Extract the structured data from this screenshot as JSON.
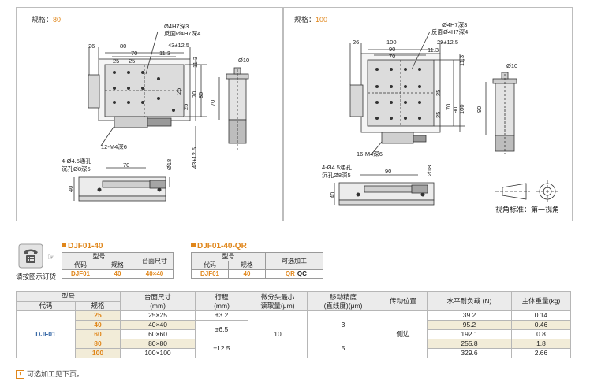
{
  "drawings": {
    "left": {
      "spec_label": "规格：",
      "spec_value": "80",
      "dims": {
        "hole_top": "Ø4H7深3",
        "hole_rev": "反面Ø4H7深4",
        "d43": "43±12.5",
        "d26": "26",
        "d80": "80",
        "d70": "70",
        "d113": "11.3",
        "d25a": "25",
        "d25b": "25",
        "d113v": "11.3",
        "d25v1": "25",
        "d25v2": "25",
        "d70v": "70",
        "d80v": "80",
        "d70side": "70",
        "d10": "Ø10",
        "m4": "12-M4深6",
        "d43v": "43±12.5",
        "d18": "Ø18",
        "bolt": "4-Ø4.5通孔",
        "cbore": "沉孔Ø8深5",
        "d70b": "70",
        "d40": "40"
      }
    },
    "right": {
      "spec_label": "规格：",
      "spec_value": "100",
      "dims": {
        "hole_top": "Ø4H7深3",
        "hole_rev": "反面Ø4H7深4",
        "d26": "26",
        "d100": "100",
        "d90": "90",
        "d70": "70",
        "d29": "29±12.5",
        "d113": "11.3",
        "d113v": "11.3",
        "d25v1": "25",
        "d25v2": "25",
        "d70v": "70",
        "d90v": "90",
        "d100v": "100",
        "d90side": "90",
        "d10": "Ø10",
        "m4": "16-M4深6",
        "d18": "Ø18",
        "bolt": "4-Ø4.5通孔",
        "cbore": "沉孔Ø8深5",
        "d90b": "90",
        "d40": "40"
      },
      "projection_note": "视角标准：第一视角"
    }
  },
  "order": {
    "phone_text": "请按图示订货",
    "block1": {
      "title": "DJF01-40",
      "h_model": "型号",
      "h_code": "代码",
      "h_spec": "规格",
      "h_size": "台面尺寸",
      "code": "DJF01",
      "spec": "40",
      "size": "40×40"
    },
    "block2": {
      "title": "DJF01-40-QR",
      "h_model": "型号",
      "h_code": "代码",
      "h_spec": "规格",
      "h_opt": "可选加工",
      "code": "DJF01",
      "spec": "40",
      "opt1": "QR",
      "opt2": "QC"
    }
  },
  "spec_table": {
    "headers": {
      "model": "型号",
      "code": "代码",
      "spec": "规格",
      "size": "台面尺寸",
      "size_unit": "(mm)",
      "stroke": "行程",
      "stroke_unit": "(mm)",
      "micro": "微分头最小",
      "micro2": "读取量(μm)",
      "prec": "移动精度",
      "prec2": "(直线度)(μm)",
      "drive": "传动位置",
      "load": "水平耐负载 (N)",
      "weight": "主体重量(kg)"
    },
    "code": "DJF01",
    "micro_value": "10",
    "drive_value": "侧边",
    "rows": [
      {
        "spec": "25",
        "size": "25×25",
        "load": "39.2",
        "weight": "0.14"
      },
      {
        "spec": "40",
        "size": "40×40",
        "load": "95.2",
        "weight": "0.46"
      },
      {
        "spec": "60",
        "size": "60×60",
        "load": "192.1",
        "weight": "0.8"
      },
      {
        "spec": "80",
        "size": "80×80",
        "load": "255.8",
        "weight": "1.8"
      },
      {
        "spec": "100",
        "size": "100×100",
        "load": "329.6",
        "weight": "2.66"
      }
    ],
    "stroke_groups": [
      "±3.2",
      "±6.5",
      "±12.5"
    ],
    "prec_groups": [
      "3",
      "5"
    ]
  },
  "footnote": "可选加工见下页。"
}
